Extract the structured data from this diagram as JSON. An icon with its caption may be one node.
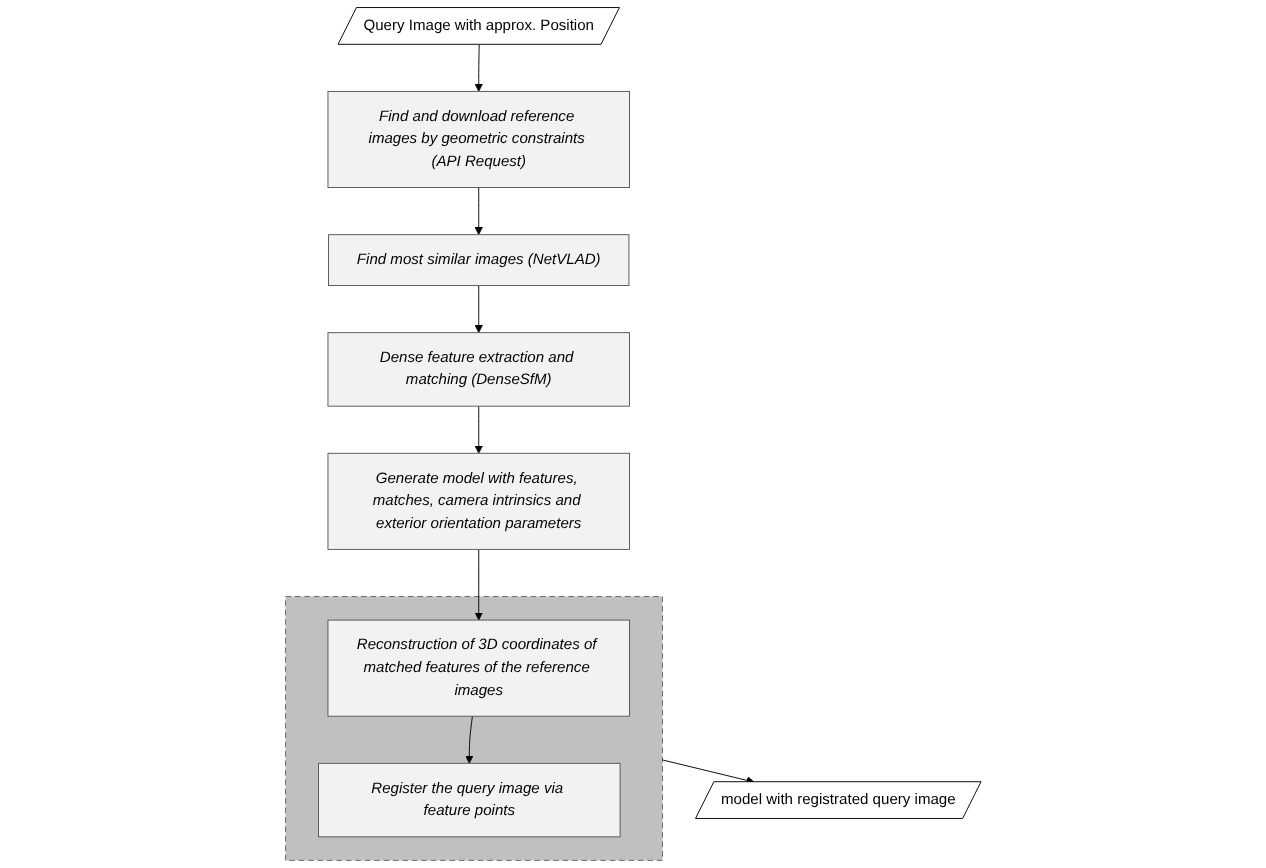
{
  "diagram": {
    "nodes": [
      {
        "text": [
          "Query Image with approx. Position"
        ]
      },
      {
        "text": [
          "Find and download reference images by geometric constraints (API Request)"
        ]
      },
      {
        "text": [
          "Find most similar images (NetVLAD)"
        ]
      },
      {
        "text": [
          "Dense feature extraction and matching (DenseSfM)"
        ]
      },
      {
        "text": [
          "Generate model with features, matches, camera intrinsics and exterior orientation parameters"
        ]
      },
      {
        "text": [],
        "shape": "box"
      },
      {
        "text": [
          "Reconstruction of 3D coordinates of matched features of the reference images"
        ],
        "in": 5
      },
      {
        "text": [
          "Register the query image via feature points"
        ],
        "in": 5
      },
      {
        "text": [
          "model with registrated query image"
        ]
      }
    ],
    "edges": [
      {
        "from": 0,
        "to": 1,
        "arrow": "to"
      },
      {
        "from": 1,
        "to": 2,
        "arrow": "to"
      },
      {
        "from": 2,
        "to": 3,
        "arrow": "to"
      },
      {
        "from": 3,
        "to": 4,
        "arrow": "to"
      },
      {
        "from": 4,
        "to": 6,
        "arrow": "to"
      },
      {
        "from": 6,
        "to": 7,
        "arrow": "to"
      },
      {
        "from": 5,
        "to": 8,
        "arrow": "to"
      }
    ]
  }
}
